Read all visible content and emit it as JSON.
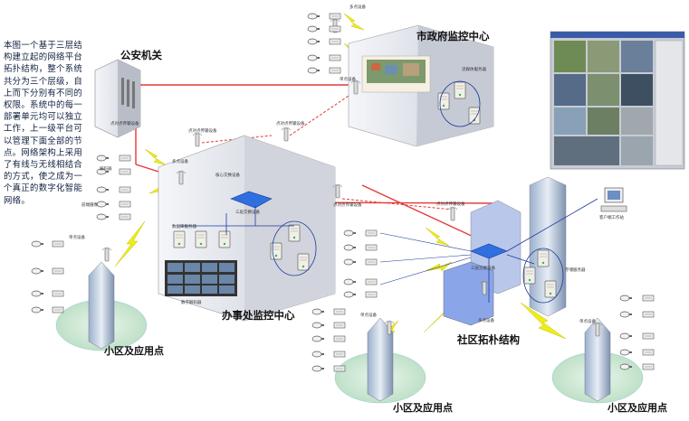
{
  "intro_text": "本图一个基于三层结构建立起的网络平台拓扑结构，整个系统共分为三个层级，自上而下分别有不同的权限。系统中的每一部署单元均可以独立工作，上一级平台可以管理下面全部的节点。网络架构上采用了有线与无线相结合的方式，使之成为一个真正的数字化智能网络。",
  "labels": {
    "police": "公安机关",
    "city": "市政府监控中心",
    "office": "办事处监控中心",
    "community": "社区拓朴结构",
    "area_left": "小区及应用点",
    "area_center": "小区及应用点",
    "area_right": "小区及应用点"
  },
  "tiny_labels": {
    "camera": "前端摄像",
    "encoder": "编码器",
    "multipoint": "多点设备",
    "singlepoint": "单点设备",
    "transfer": "点对点传输设备",
    "switch": "三层交换设备",
    "server_db": "数据库服务器",
    "server_stream": "流媒体服务器",
    "server_store": "存储服务器",
    "decoder": "数字解码器",
    "client": "客户端工作站",
    "core": "核心交换设备"
  },
  "colors": {
    "wired": "#e53935",
    "lan": "#1e3a9e",
    "wireless": "#e8e817",
    "grass": "#cfe8d6",
    "switch": "#2f6fe0"
  }
}
